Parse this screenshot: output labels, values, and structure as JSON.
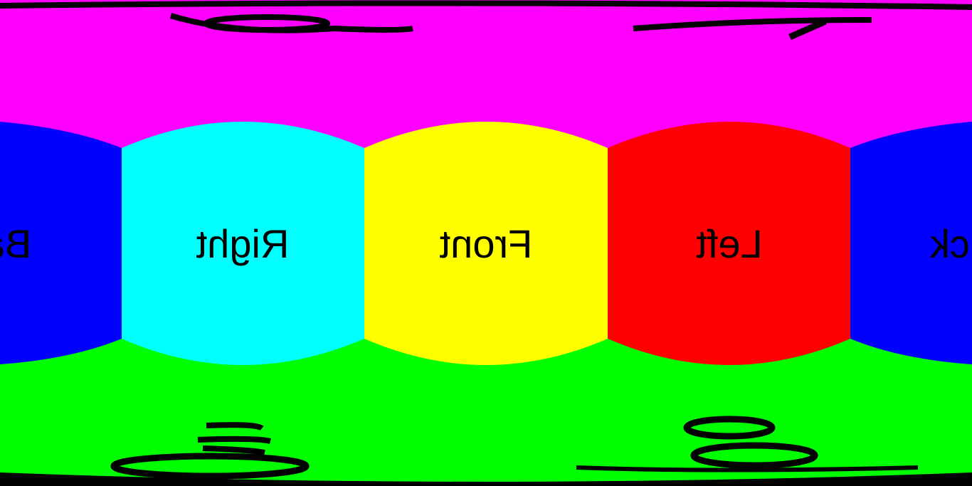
{
  "scene": {
    "colors": {
      "top": "#ff00ff",
      "bottom": "#00ff00",
      "back": "#0000ff",
      "right": "#00ffff",
      "front": "#ffff00",
      "left": "#ff0000",
      "text": "#000000"
    },
    "labels": {
      "back_left_fragment": "Ba",
      "right": "Right",
      "front": "Front",
      "left": "Left",
      "back_right_fragment": "ck"
    }
  }
}
